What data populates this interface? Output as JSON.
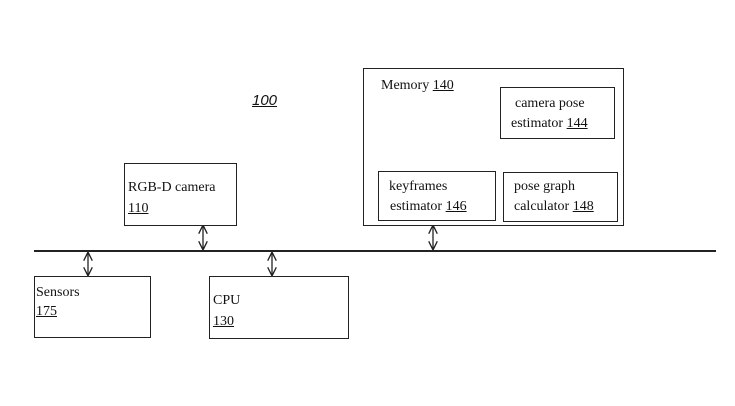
{
  "figure_ref": "100",
  "components": {
    "camera": {
      "name": "RGB-D camera",
      "ref": "110"
    },
    "memory": {
      "name": "Memory",
      "ref": "140"
    },
    "pose_estimator": {
      "line1": "camera pose",
      "line2": "estimator",
      "ref": "144"
    },
    "keyframes": {
      "line1": "keyframes",
      "line2": "estimator",
      "ref": "146"
    },
    "pose_graph": {
      "line1": "pose graph",
      "line2": "calculator",
      "ref": "148"
    },
    "sensors": {
      "name": "Sensors",
      "ref": "175"
    },
    "cpu": {
      "name": "CPU",
      "ref": "130"
    }
  }
}
